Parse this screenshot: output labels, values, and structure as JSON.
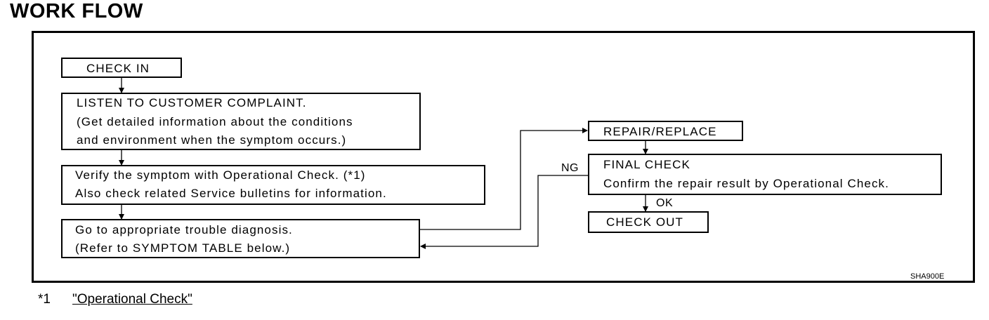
{
  "heading": "WORK FLOW",
  "flow": {
    "check_in": "CHECK IN",
    "listen": [
      "LISTEN TO CUSTOMER COMPLAINT.",
      "(Get detailed information about the conditions",
      "and environment when the symptom occurs.)"
    ],
    "verify": [
      "Verify the symptom with Operational Check. (*1)",
      "Also check related Service bulletins for information."
    ],
    "diagnosis": [
      "Go to appropriate trouble diagnosis.",
      "(Refer to SYMPTOM TABLE below.)"
    ],
    "repair": "REPAIR/REPLACE",
    "final_check": [
      "FINAL CHECK",
      "Confirm the repair result by Operational Check."
    ],
    "check_out": "CHECK OUT",
    "ng_label": "NG",
    "ok_label": "OK"
  },
  "figure_code": "SHA900E",
  "footnote": {
    "marker": "*1",
    "link_text": "\"Operational Check\""
  }
}
